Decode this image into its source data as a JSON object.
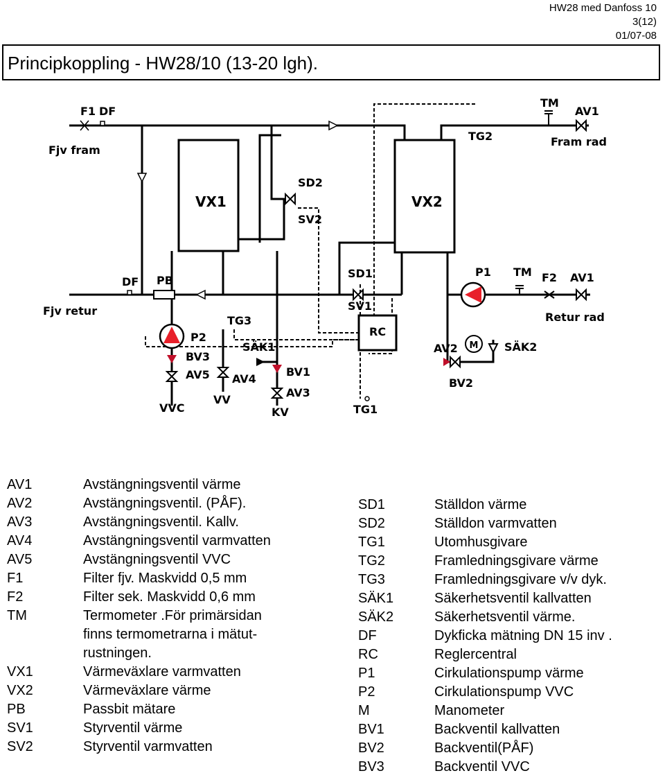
{
  "header": {
    "doc": "HW28 med Danfoss 10",
    "page": "3(12)",
    "date": "01/07-08"
  },
  "title": "Principkoppling - HW28/10 (13-20 lgh).",
  "diagram_labels": {
    "f1": "F1",
    "df_top": "DF",
    "fjv_fram": "Fjv fram",
    "vx1": "VX1",
    "vx2": "VX2",
    "sd2": "SD2",
    "sv2": "SV2",
    "tg2": "TG2",
    "tm_top": "TM",
    "av1_top": "AV1",
    "fram_rad": "Fram rad",
    "df_bottom": "DF",
    "pb": "PB",
    "fjv_retur": "Fjv retur",
    "sd1": "SD1",
    "sv1": "SV1",
    "rc": "RC",
    "p1": "P1",
    "tm_bottom": "TM",
    "f2": "F2",
    "av1_bottom": "AV1",
    "retur_rad": "Retur rad",
    "p2": "P2",
    "bv3": "BV3",
    "av5": "AV5",
    "vvc": "VVC",
    "tg3": "TG3",
    "vv": "VV",
    "av4": "AV4",
    "sak1": "SÄK1",
    "bv1": "BV1",
    "av3": "AV3",
    "kv": "KV",
    "av2": "AV2",
    "m": "M",
    "sak2": "SÄK2",
    "bv2": "BV2",
    "tg1": "TG1"
  },
  "legend_left": [
    {
      "code": "AV1",
      "desc": "Avstängningsventil värme"
    },
    {
      "code": "AV2",
      "desc": "Avstängningsventil. (PÅF)."
    },
    {
      "code": "AV3",
      "desc": "Avstängningsventil. Kallv."
    },
    {
      "code": "AV4",
      "desc": "Avstängningsventil varmvatten"
    },
    {
      "code": "AV5",
      "desc": "Avstängningsventil VVC"
    },
    {
      "code": "F1",
      "desc": "Filter fjv. Maskvidd 0,5 mm"
    },
    {
      "code": "F2",
      "desc": "Filter sek. Maskvidd 0,6 mm"
    },
    {
      "code": "TM",
      "desc": "Termometer .För primärsidan"
    },
    {
      "code": "",
      "desc": "finns termometrarna i mätut-"
    },
    {
      "code": "",
      "desc": "rustningen."
    },
    {
      "code": "VX1",
      "desc": "Värmeväxlare varmvatten"
    },
    {
      "code": "VX2",
      "desc": "Värmeväxlare värme"
    },
    {
      "code": "PB",
      "desc": "Passbit mätare"
    },
    {
      "code": "SV1",
      "desc": "Styrventil värme"
    },
    {
      "code": "SV2",
      "desc": "Styrventil varmvatten"
    }
  ],
  "legend_right": [
    {
      "code": "SD1",
      "desc": "Ställdon värme"
    },
    {
      "code": "SD2",
      "desc": "Ställdon varmvatten"
    },
    {
      "code": "TG1",
      "desc": "Utomhusgivare"
    },
    {
      "code": "TG2",
      "desc": "Framledningsgivare värme"
    },
    {
      "code": "TG3",
      "desc": "Framledningsgivare v/v dyk."
    },
    {
      "code": "SÄK1",
      "desc": "Säkerhetsventil kallvatten"
    },
    {
      "code": "SÄK2",
      "desc": "Säkerhetsventil värme."
    },
    {
      "code": "DF",
      "desc": "Dykficka  mätning DN 15 inv ."
    },
    {
      "code": "RC",
      "desc": "Reglercentral"
    },
    {
      "code": "P1",
      "desc": "Cirkulationspump värme"
    },
    {
      "code": "P2",
      "desc": "Cirkulationspump VVC"
    },
    {
      "code": "M",
      "desc": "Manometer"
    },
    {
      "code": "BV1",
      "desc": "Backventil kallvatten"
    },
    {
      "code": "BV2",
      "desc": "Backventil(PÅF)"
    },
    {
      "code": "BV3",
      "desc": "Backventil VVC"
    }
  ],
  "colors": {
    "pump_fill": "#e8202a",
    "line": "#000000"
  }
}
